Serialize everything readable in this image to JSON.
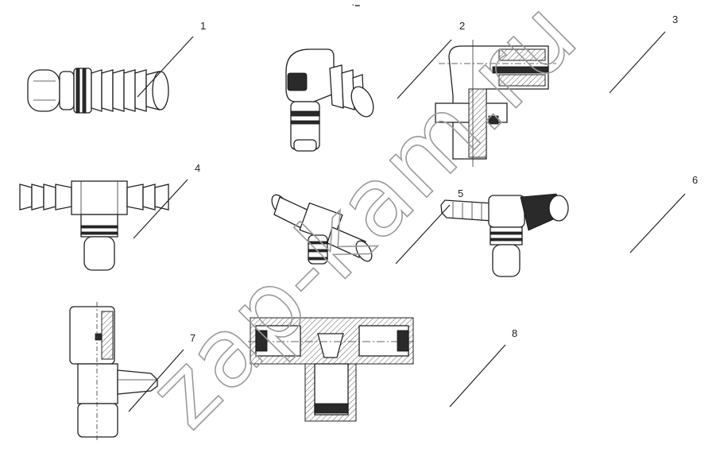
{
  "watermark": "zap-kam.ru",
  "callouts": [
    "1",
    "2",
    "3",
    "4",
    "5",
    "6",
    "7",
    "8"
  ]
}
